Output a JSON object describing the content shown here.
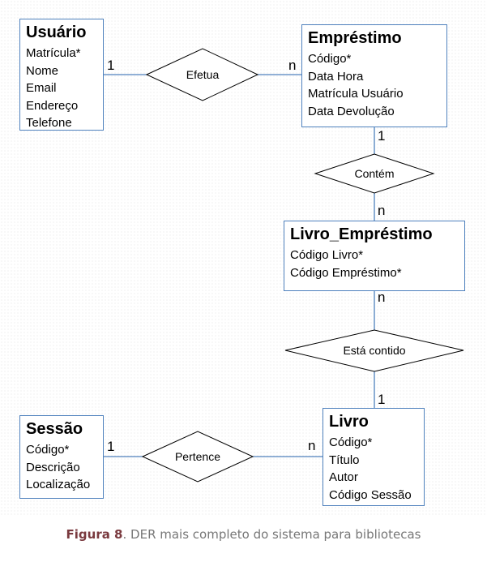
{
  "entities": {
    "usuario": {
      "title": "Usuário",
      "attrs": [
        "Matrícula*",
        "Nome",
        "Email",
        "Endereço",
        "Telefone"
      ]
    },
    "emprestimo": {
      "title": "Empréstimo",
      "attrs": [
        "Código*",
        "Data Hora",
        "Matrícula Usuário",
        "Data Devolução"
      ]
    },
    "livro_emprestimo": {
      "title": "Livro_Empréstimo",
      "attrs": [
        "Código Livro*",
        "Código Empréstimo*"
      ]
    },
    "sessao": {
      "title": "Sessão",
      "attrs": [
        "Código*",
        "Descrição",
        "Localização"
      ]
    },
    "livro": {
      "title": "Livro",
      "attrs": [
        "Código*",
        "Título",
        "Autor",
        "Código Sessão"
      ]
    }
  },
  "relationships": {
    "efetua": "Efetua",
    "contem": "Contém",
    "esta_contido": "Está contido",
    "pertence": "Pertence"
  },
  "cardinalities": {
    "efetua_usuario": "1",
    "efetua_emprestimo": "n",
    "contem_emprestimo": "1",
    "contem_livro_emprestimo": "n",
    "esta_contido_livro_emprestimo": "n",
    "esta_contido_livro": "1",
    "pertence_sessao": "1",
    "pertence_livro": "n"
  },
  "caption": {
    "figure_label": "Figura 8",
    "text": ". DER mais completo do sistema para bibliotecas"
  },
  "colors": {
    "entity_border": "#4f81bd",
    "line": "#4f81bd",
    "caption_label": "#7a3a3f",
    "caption_text": "#777777"
  }
}
